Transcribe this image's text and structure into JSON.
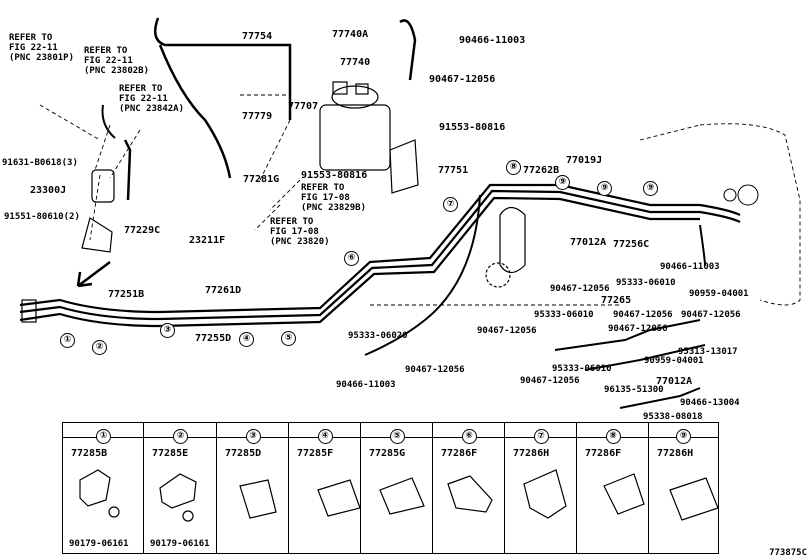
{
  "labels": {
    "refer1": [
      "REFER TO",
      "FIG 22-11",
      "(PNC 23801P)"
    ],
    "refer2": [
      "REFER TO",
      "FIG 22-11",
      "(PNC 23802B)"
    ],
    "refer3": [
      "REFER TO",
      "FIG 22-11",
      "(PNC 23842A)"
    ],
    "refer4": [
      "REFER TO",
      "FIG 17-08",
      "(PNC 23829B)"
    ],
    "refer5": [
      "REFER TO",
      "FIG 17-08",
      "(PNC 23820)"
    ],
    "p77754": "77754",
    "p77740A": "77740A",
    "p90466_11003_top": "90466-11003",
    "p77740": "77740",
    "p90467_12056_top": "90467-12056",
    "p77707": "77707",
    "p77779": "77779",
    "p91553_80816_r": "91553-80816",
    "p91553_80816_l": "91553-80816",
    "p77751": "77751",
    "p77281G": "77281G",
    "p91631": "91631-B0618(3)",
    "p23300J": "23300J",
    "p91551": "91551-80610(2)",
    "p77229C": "77229C",
    "p23211F": "23211F",
    "p77251B": "77251B",
    "p77261D": "77261D",
    "p77255D": "77255D",
    "p77262B": "77262B",
    "p77019J": "77019J",
    "p77012A_top": "77012A",
    "p77256C": "77256C",
    "p90466_11003_r": "90466-11003",
    "p90959_04001_r": "90959-04001",
    "p90467_12056_a": "90467-12056",
    "p95333_06010_a": "95333-06010",
    "p77265": "77265",
    "p95333_06010_b": "95333-06010",
    "p90467_12056_b": "90467-12056",
    "p90467_12056_c": "90467-12056",
    "p90467_12056_d": "90467-12056",
    "p95333_06020": "95333-06020",
    "p90467_12056_e": "90467-12056",
    "p90466_11003_bl": "90466-11003",
    "p95333_06010_c": "95333-06010",
    "p90467_12056_f": "90467-12056",
    "p90959_04001_b": "90959-04001",
    "p95313_13017": "95313-13017",
    "p77012A_b": "77012A",
    "p96135_51300": "96135-51300",
    "p90466_13004": "90466-13004",
    "p95338_08018": "95338-08018"
  },
  "callouts": [
    "①",
    "②",
    "③",
    "④",
    "⑤",
    "⑥",
    "⑦",
    "⑧",
    "⑨"
  ],
  "clamp_table": [
    {
      "num": "①",
      "part": "77285B",
      "sub": "90179-06161"
    },
    {
      "num": "②",
      "part": "77285E",
      "sub": "90179-06161"
    },
    {
      "num": "③",
      "part": "77285D",
      "sub": ""
    },
    {
      "num": "④",
      "part": "77285F",
      "sub": ""
    },
    {
      "num": "⑤",
      "part": "77285G",
      "sub": ""
    },
    {
      "num": "⑥",
      "part": "77286F",
      "sub": ""
    },
    {
      "num": "⑦",
      "part": "77286H",
      "sub": ""
    },
    {
      "num": "⑧",
      "part": "77286F",
      "sub": ""
    },
    {
      "num": "⑨",
      "part": "77286H",
      "sub": ""
    }
  ],
  "diagram_id": "773875C"
}
